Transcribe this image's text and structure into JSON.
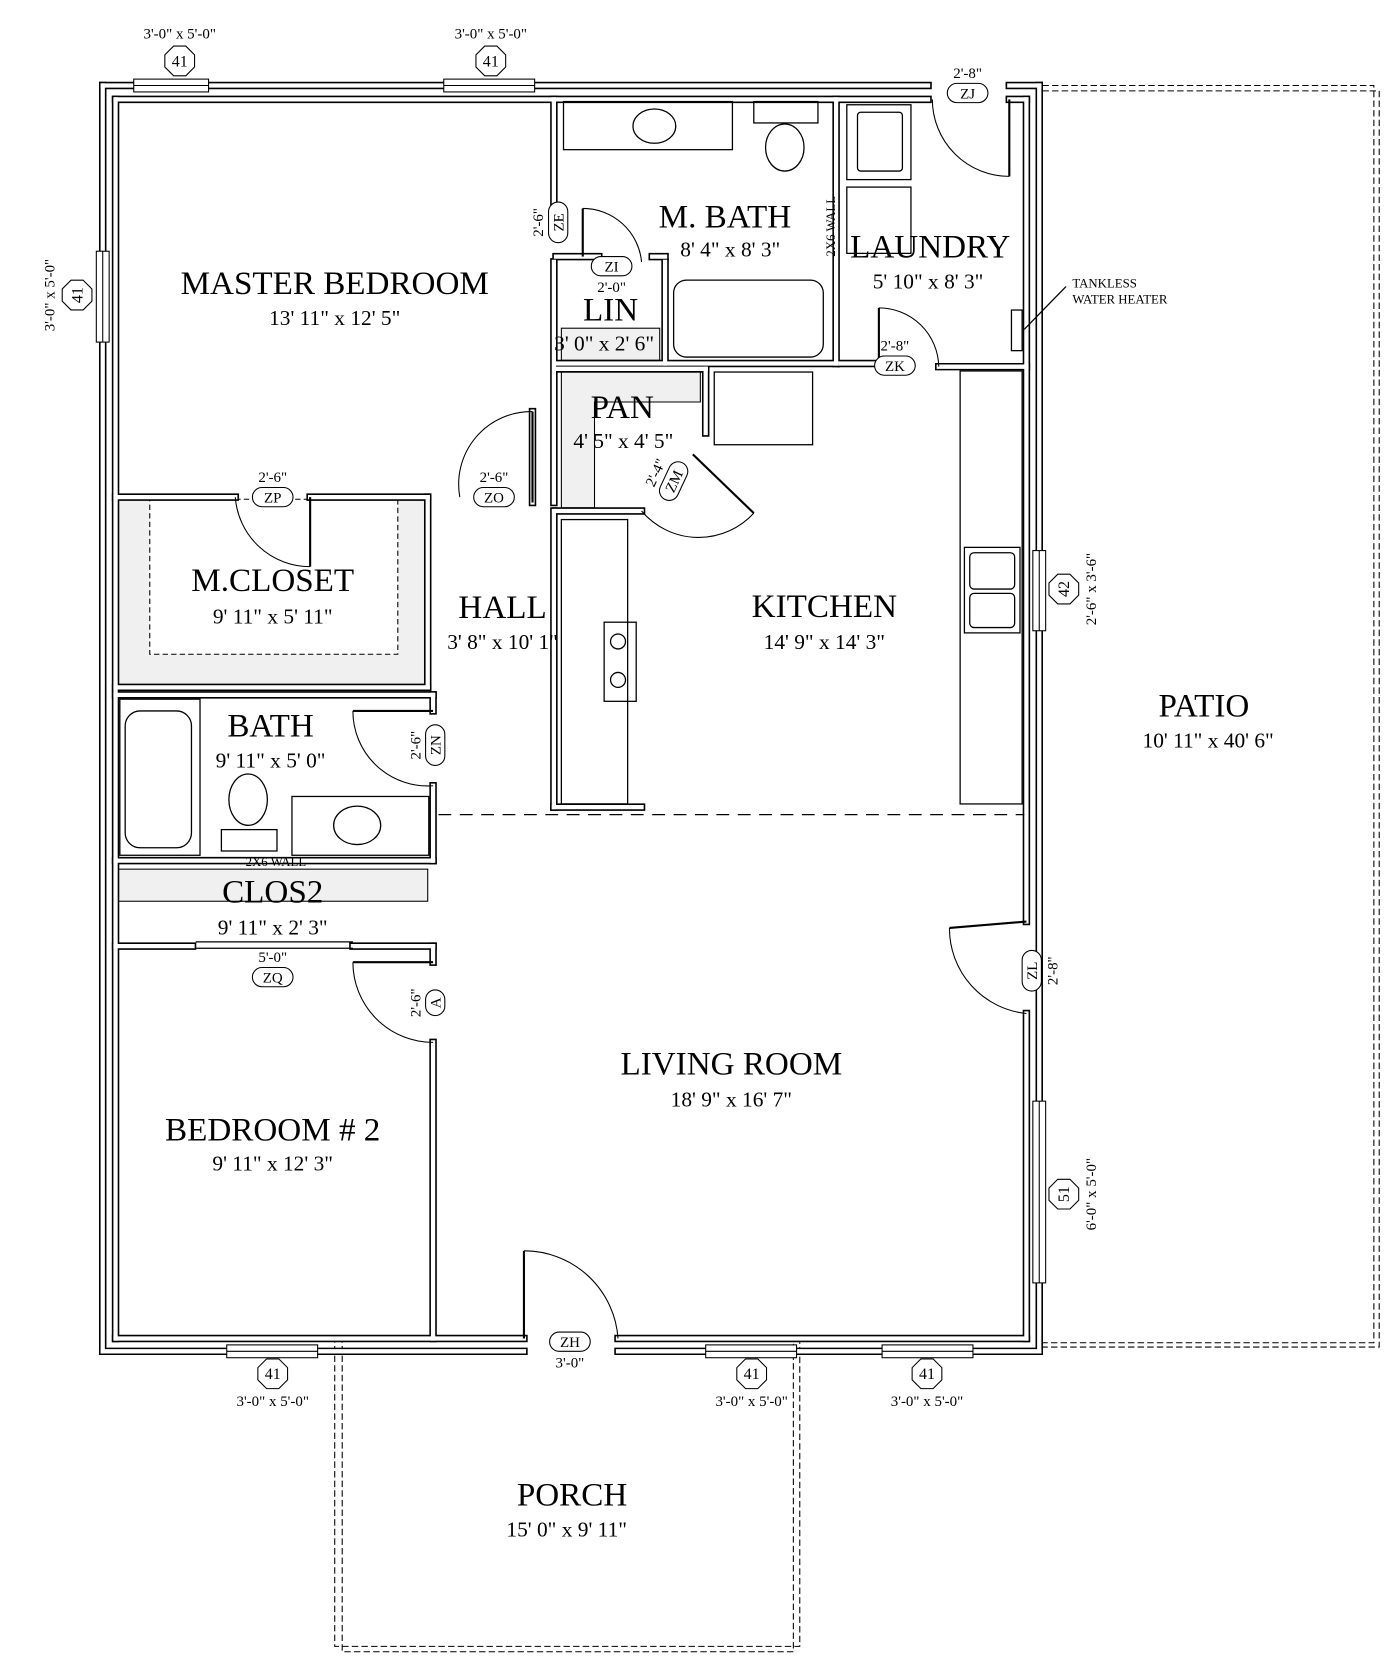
{
  "colors": {
    "line": "#000000",
    "closet_fill": "#f0f0f0",
    "background": "#ffffff"
  },
  "rooms": {
    "master_bedroom": {
      "name": "MASTER BEDROOM",
      "dims": "13' 11\" x 12' 5\""
    },
    "m_bath": {
      "name": "M. BATH",
      "dims": "8' 4\" x 8' 3\""
    },
    "laundry": {
      "name": "LAUNDRY",
      "dims": "5' 10\" x 8' 3\""
    },
    "lin": {
      "name": "LIN",
      "dims": "3' 0\" x 2' 6\""
    },
    "pan": {
      "name": "PAN",
      "dims": "4' 5\" x 4' 5\""
    },
    "m_closet": {
      "name": "M.CLOSET",
      "dims": "9' 11\" x 5' 11\""
    },
    "hall": {
      "name": "HALL",
      "dims": "3' 8\" x 10' 1\""
    },
    "kitchen": {
      "name": "KITCHEN",
      "dims": "14' 9\" x 14' 3\""
    },
    "bath": {
      "name": "BATH",
      "dims": "9' 11\" x 5' 0\""
    },
    "clos2": {
      "name": "CLOS2",
      "dims": "9' 11\" x 2' 3\""
    },
    "bedroom2": {
      "name": "BEDROOM # 2",
      "dims": "9' 11\" x 12' 3\""
    },
    "living": {
      "name": "LIVING ROOM",
      "dims": "18' 9\" x 16' 7\""
    },
    "patio": {
      "name": "PATIO",
      "dims": "10' 11\" x 40' 6\""
    },
    "porch": {
      "name": "PORCH",
      "dims": "15' 0\" x 9' 11\""
    }
  },
  "windows": [
    {
      "tag": "41",
      "size": "3'-0\" x 5'-0\""
    },
    {
      "tag": "41",
      "size": "3'-0\" x 5'-0\""
    },
    {
      "tag": "41",
      "size": "3'-0\" x 5'-0\""
    },
    {
      "tag": "41",
      "size": "3'-0\" x 5'-0\""
    },
    {
      "tag": "41",
      "size": "3'-0\" x 5'-0\""
    },
    {
      "tag": "41",
      "size": "3'-0\" x 5'-0\""
    },
    {
      "tag": "42",
      "size": "2'-6\" x 3'-6\""
    },
    {
      "tag": "51",
      "size": "6'-0\" x 5'-0\""
    }
  ],
  "doors": {
    "zj": {
      "tag": "ZJ",
      "size": "2'-8\""
    },
    "zk": {
      "tag": "ZK",
      "size": "2'-8\""
    },
    "ze": {
      "tag": "ZE",
      "size": "2'-6\""
    },
    "zi": {
      "tag": "ZI",
      "size": "2'-0\""
    },
    "zm": {
      "tag": "ZM",
      "size": "2'-4\""
    },
    "zp": {
      "tag": "ZP",
      "size": "2'-6\""
    },
    "zo": {
      "tag": "ZO",
      "size": "2'-6\""
    },
    "zn": {
      "tag": "ZN",
      "size": "2'-6\""
    },
    "zq": {
      "tag": "ZQ",
      "size": "5'-0\""
    },
    "a": {
      "tag": "A",
      "size": "2'-6\""
    },
    "zl": {
      "tag": "ZL",
      "size": "2'-8\""
    },
    "zh": {
      "tag": "ZH",
      "size": "3'-0\""
    }
  },
  "notes": {
    "wall_2x6": "2X6 WALL",
    "heater_line1": "TANKLESS",
    "heater_line2": "WATER HEATER"
  }
}
